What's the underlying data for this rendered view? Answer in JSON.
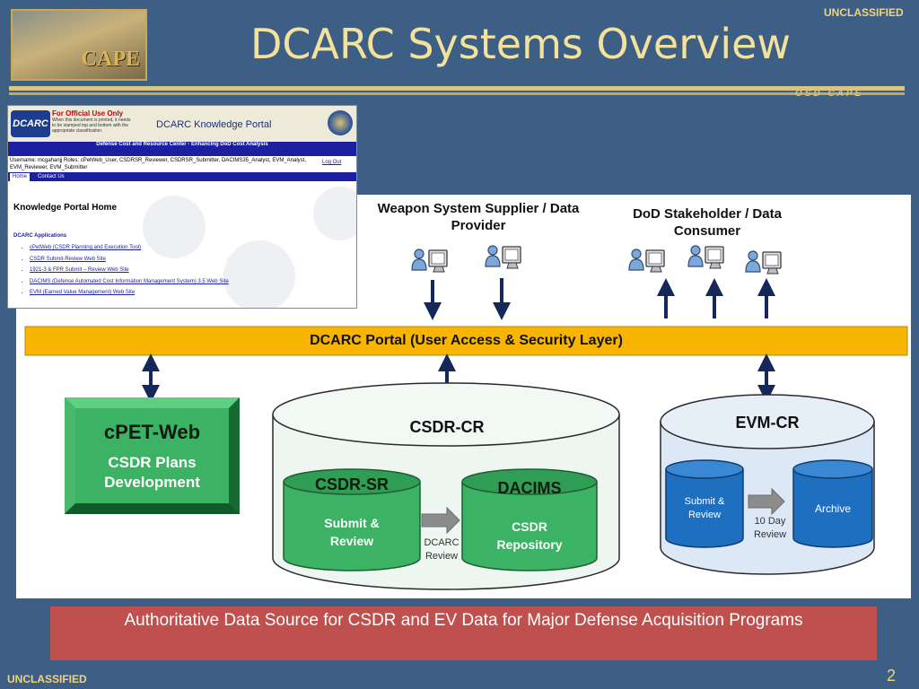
{
  "header": {
    "classification_top": "UNCLASSIFIED",
    "title": "DCARC Systems Overview",
    "logo_text": "CAPE",
    "org_tag": "OSD CAPE"
  },
  "portal_screenshot": {
    "logo_text": "DCARC",
    "fouo_title": "For Official Use Only",
    "fouo_note": "When this document is printed, it needs to be stamped top and bottom with the appropriate classification.",
    "portal_name": "DCARC Knowledge Portal",
    "banner": "Defense Cost and Resource Center - Enhancing DoD Cost Analysis",
    "user_line": "Username: mcgahanjj  Roles: cPetWeb_User, CSDRSR_Reviewer, CSDRSR_Submitter, DACIMS35_Analyst, EVM_Analyst, EVM_Reviewer, EVM_Submitter",
    "logout": "Log Out",
    "tabs": [
      "Home",
      "Contact Us"
    ],
    "heading": "Knowledge Portal Home",
    "apps_heading": "DCARC Applications",
    "apps": [
      "cPetWeb (CSDR Planning and Execution Tool)",
      "CSDR Submit-Review Web Site",
      "1921-3 & FPR Submit – Review Web Site",
      "DACIMS (Defense Automated Cost Information Management System) 3.5 Web Site",
      "EVM (Earned Value Management) Web Site"
    ]
  },
  "diagram": {
    "supplier_label": "Weapon System Supplier / Data Provider",
    "stakeholder_label": "DoD Stakeholder / Data Consumer",
    "portal_layer": "DCARC Portal (User Access & Security Layer)",
    "cpet_title": "cPET-Web",
    "cpet_sub": "CSDR Plans Development",
    "csdr_cr": "CSDR-CR",
    "csdr_sr": "CSDR-SR",
    "csdr_sr_sub": "Submit & Review",
    "dacims": "DACIMS",
    "dacims_sub": "CSDR Repository",
    "dcarc_review": "DCARC Review",
    "evm_cr": "EVM-CR",
    "evm_submit": "Submit & Review",
    "evm_day_review": "10 Day Review",
    "evm_archive": "Archive",
    "colors": {
      "portal_bar": "#f7b500",
      "green": "#3cb364",
      "blue": "#1f6fc0",
      "arrow": "#15285a"
    }
  },
  "footer": {
    "banner": "Authoritative Data Source for CSDR and EV Data for Major Defense Acquisition Programs",
    "classification_bottom": "UNCLASSIFIED",
    "page_number": "2"
  }
}
